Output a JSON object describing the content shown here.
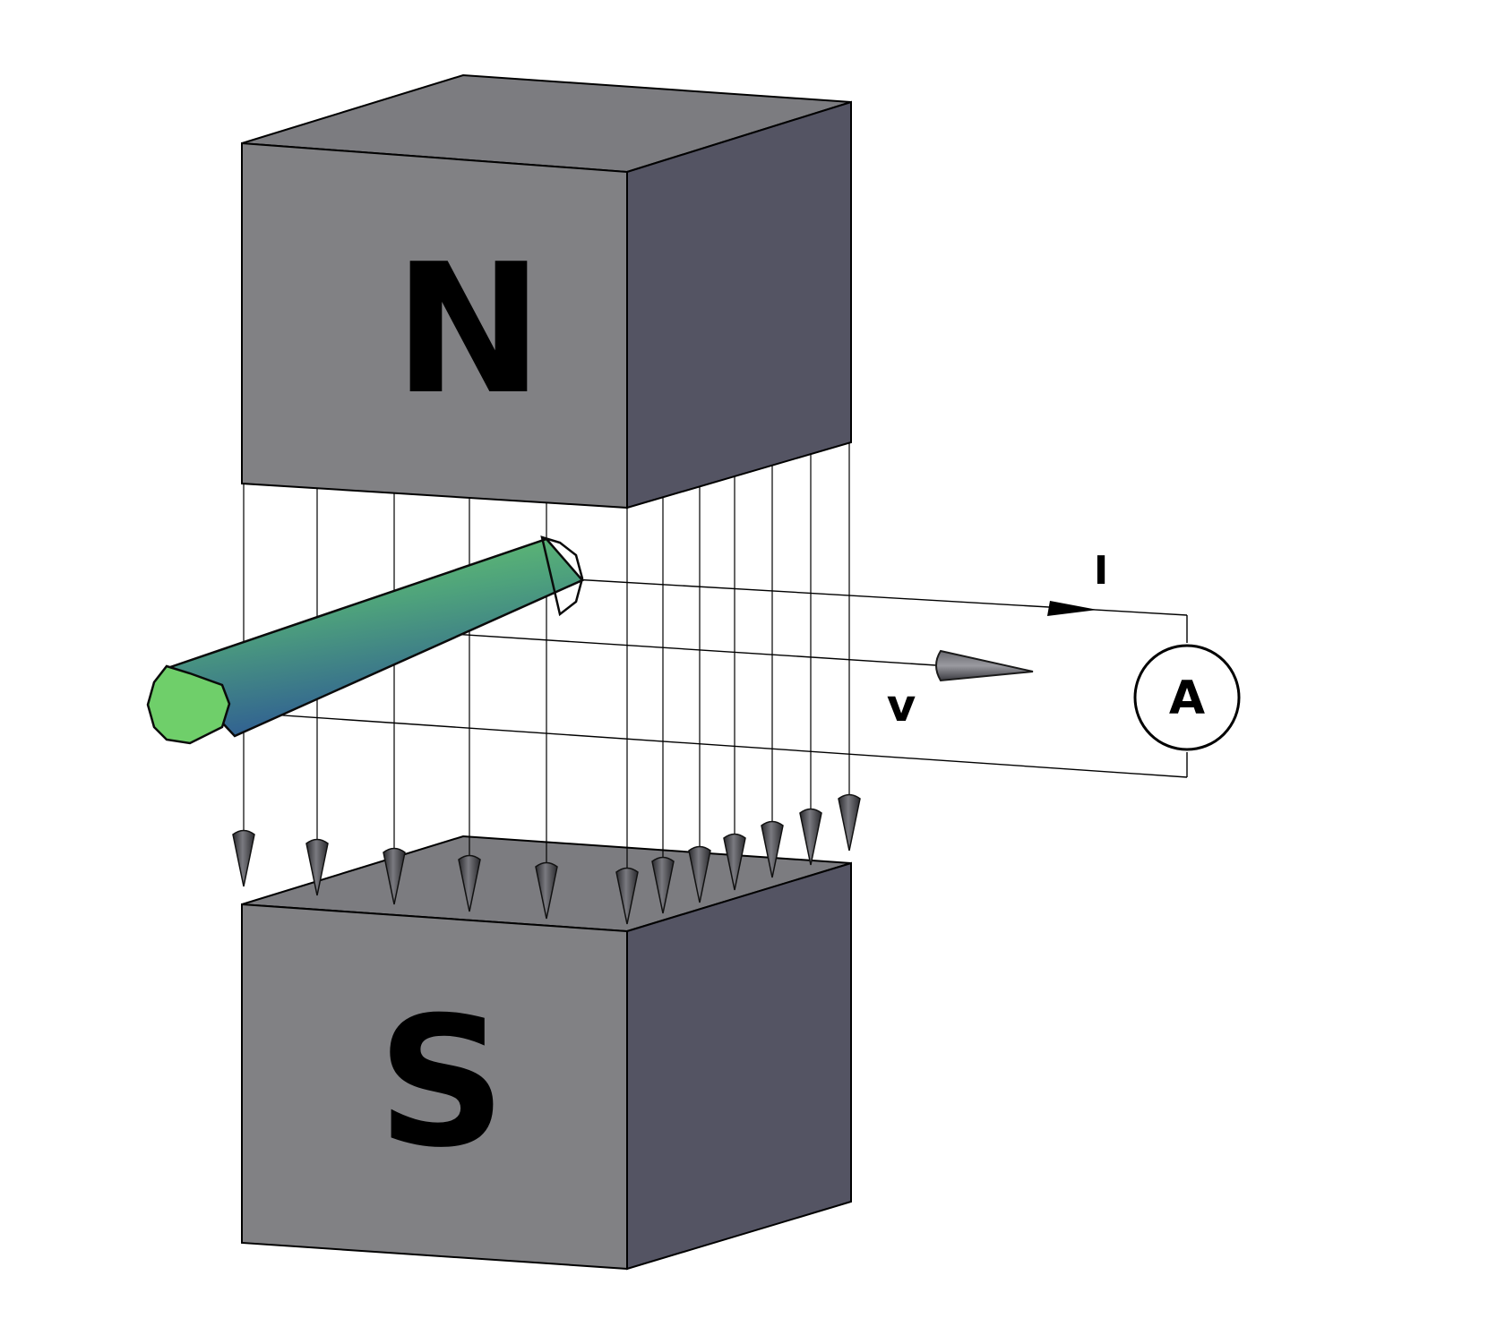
{
  "diagram": {
    "north_label": "N",
    "south_label": "S",
    "current_label": "I",
    "velocity_label": "v",
    "ammeter_label": "A"
  },
  "colors": {
    "magnet_front": "#818184",
    "magnet_top": "#7c7c80",
    "magnet_side": "#545463",
    "rod_light": "#6fcf6a",
    "rod_dark": "#2e5a94",
    "field_arrow": "#3c3c40",
    "line": "#000000"
  }
}
